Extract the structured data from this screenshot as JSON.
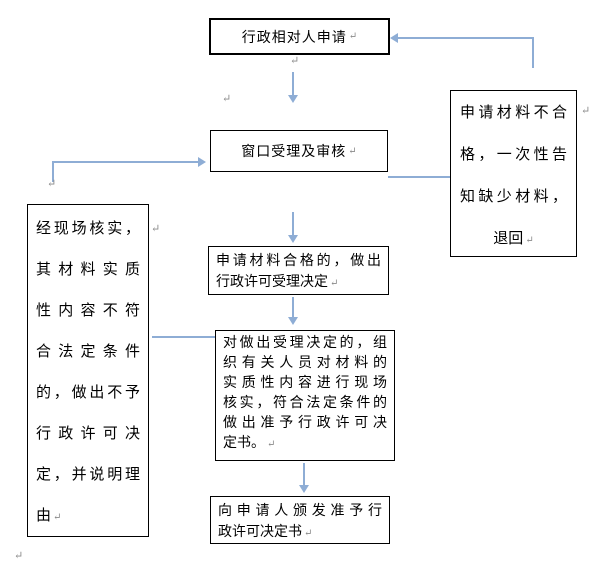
{
  "colors": {
    "arrow": "#8EADD5",
    "box_border": "#000000",
    "background": "#FFFFFF",
    "paragraph_mark": "#8A8A8A"
  },
  "marks": {
    "glyph": "↵"
  },
  "flowchart": {
    "boxes": {
      "apply": {
        "label": "行政相对人申请"
      },
      "window": {
        "label": "窗口受理及审核"
      },
      "accept": {
        "lines": [
          "申请材料合格的，做出",
          "行政许可受理决定"
        ]
      },
      "verify": {
        "lines": [
          "对做出受理决定的，组",
          "织有关人员对材料的",
          "实质性内容进行现场",
          "核实，符合法定条件的",
          "做出准予行政许可决",
          "定书。"
        ]
      },
      "issue": {
        "lines": [
          "向申请人颁发准予行",
          "政许可决定书"
        ]
      },
      "reject": {
        "lines": [
          "经现场核实，",
          "其材料实质",
          "性内容不符",
          "合法定条件",
          "的，做出不予",
          "行政许可决",
          "定，并说明理",
          "由"
        ]
      },
      "return": {
        "lines": [
          "申请材料不合",
          "格，一次性告",
          "知缺少材料，",
          "退回"
        ]
      }
    }
  }
}
